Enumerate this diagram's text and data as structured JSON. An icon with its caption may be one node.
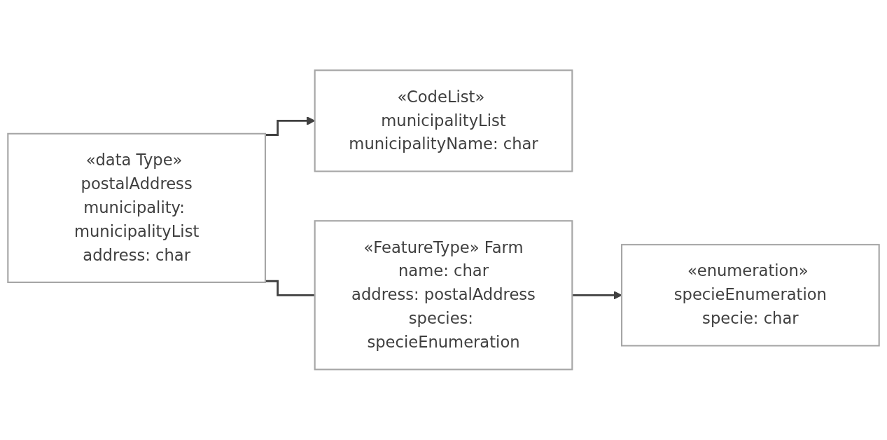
{
  "diagram": {
    "nodes": [
      {
        "text": [
          "«data Type» postalAddress",
          "municipality: municipalityList",
          "address: char"
        ]
      },
      {
        "text": [
          "«CodeList» municipalityList",
          "municipalityName: char"
        ]
      },
      {
        "text": [
          "«FeatureType» Farm",
          "name: char",
          "address: postalAddress",
          "species: specieEnumeration"
        ]
      },
      {
        "text": [
          "«enumeration» specieEnumeration",
          "specie: char"
        ]
      }
    ],
    "edges": [
      {
        "from": 0,
        "to": 2,
        "arrow": "none"
      },
      {
        "from": 0,
        "to": 1,
        "arrow": "to"
      },
      {
        "from": 2,
        "to": 3,
        "arrow": "to"
      }
    ]
  }
}
